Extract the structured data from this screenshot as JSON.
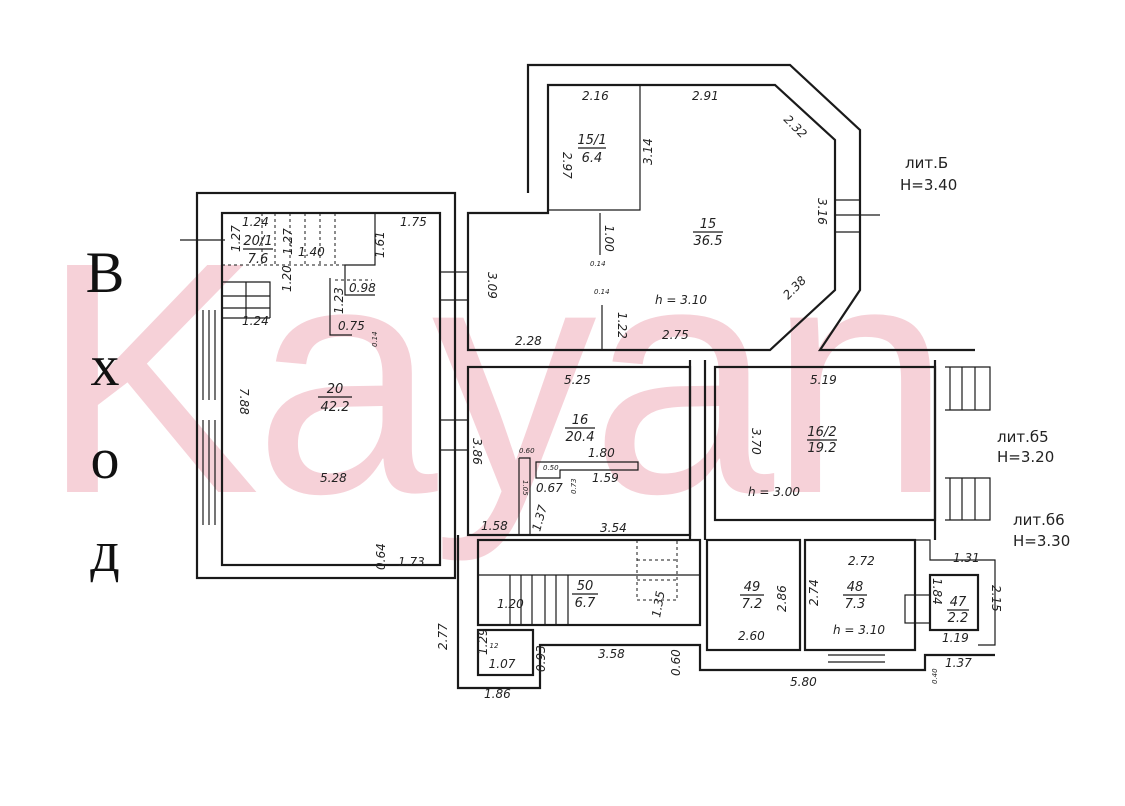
{
  "watermark": "Kayan",
  "entrance": {
    "label": "Вход",
    "letters": [
      "В",
      "х",
      "о",
      "д"
    ]
  },
  "zones": [
    {
      "name": "лит.Б",
      "height": "H=3.40"
    },
    {
      "name": "лит.б5",
      "height": "H=3.20"
    },
    {
      "name": "лит.б6",
      "height": "H=3.30"
    }
  ],
  "rooms": [
    {
      "number": "20",
      "area": "42.2"
    },
    {
      "number": "20/1",
      "area": "7.6"
    },
    {
      "number": "15/1",
      "area": "6.4"
    },
    {
      "number": "15",
      "area": "36.5"
    },
    {
      "number": "16",
      "area": "20.4"
    },
    {
      "number": "16/2",
      "area": "19.2"
    },
    {
      "number": "50",
      "area": "6.7"
    },
    {
      "number": "49",
      "area": "7.2"
    },
    {
      "number": "48",
      "area": "7.3"
    },
    {
      "number": "47",
      "area": "2.2"
    },
    {
      "number": "12",
      "area": "1.07"
    }
  ],
  "ceiling_heights": [
    "h = 3.10",
    "h = 3.00",
    "h = 3.10"
  ],
  "dimensions": [
    "1.24",
    "1.27",
    "1.27",
    "1.40",
    "1.75",
    "1.61",
    "1.20",
    "0.98",
    "1.23",
    "0.75",
    "0.14",
    "1.24",
    "7.88",
    "5.28",
    "0.64",
    "1.73",
    "2.16",
    "2.97",
    "3.14",
    "2.91",
    "2.32",
    "3.16",
    "1.00",
    "0.14",
    "3.09",
    "0.14",
    "1.22",
    "2.38",
    "2.28",
    "2.75",
    "5.25",
    "3.86",
    "1.80",
    "1.59",
    "0.67",
    "1.37",
    "1.58",
    "3.54",
    "0.60",
    "0.50",
    "0.73",
    "1.05",
    "5.19",
    "3.70",
    "1.20",
    "1.35",
    "2.77",
    "1.29",
    "0.93",
    "3.58",
    "1.86",
    "0.60",
    "2.86",
    "2.60",
    "2.72",
    "2.74",
    "1.31",
    "1.84",
    "2.15",
    "1.19",
    "5.80",
    "1.37",
    "0.40"
  ]
}
